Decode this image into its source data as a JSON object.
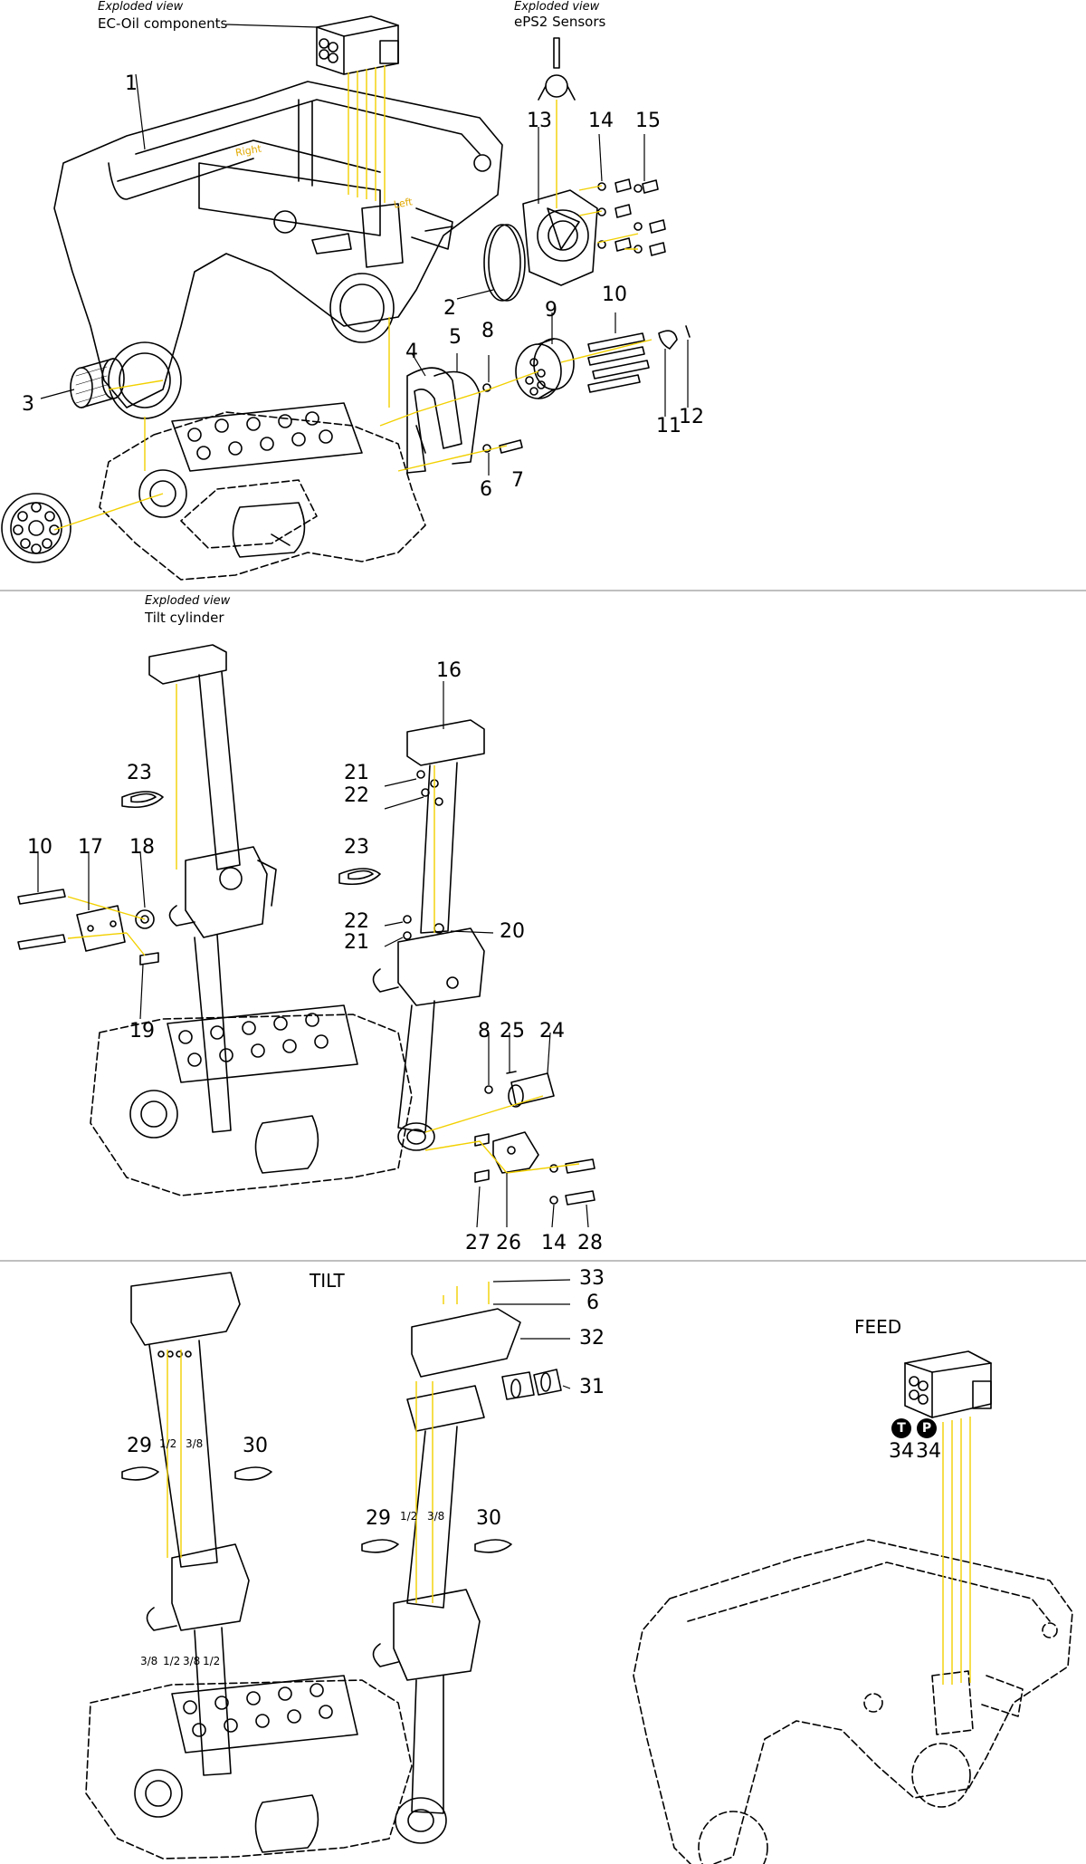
{
  "sections": {
    "top": {
      "caption_italic_1": "Exploded view",
      "caption_1": "EC-Oil components",
      "caption_italic_2": "Exploded view",
      "caption_2": "ePS2 Sensors",
      "side_right": "Right",
      "side_left": "Left",
      "callouts": {
        "c1": "1",
        "c2": "2",
        "c3": "3",
        "c4": "4",
        "c5": "5",
        "c6": "6",
        "c7": "7",
        "c8": "8",
        "c9": "9",
        "c10": "10",
        "c11": "11",
        "c12": "12",
        "c13": "13",
        "c14": "14",
        "c15": "15"
      }
    },
    "middle": {
      "caption_italic": "Exploded view",
      "caption": "Tilt cylinder",
      "callouts": {
        "c16": "16",
        "c21a": "21",
        "c22a": "22",
        "c23a": "23",
        "c23b": "23",
        "c10": "10",
        "c17": "17",
        "c18": "18",
        "c19": "19",
        "c22b": "22",
        "c21b": "21",
        "c20": "20",
        "c8": "8",
        "c25": "25",
        "c24": "24",
        "c27": "27",
        "c26": "26",
        "c14": "14",
        "c28": "28"
      }
    },
    "bottom": {
      "title_tilt": "TILT",
      "title_feed": "FEED",
      "callouts": {
        "c33": "33",
        "c6": "6",
        "c32": "32",
        "c31": "31",
        "c29a": "29",
        "c30a": "30",
        "c29b": "29",
        "c30b": "30",
        "c34a": "34",
        "c34b": "34"
      },
      "small_labels": {
        "a": "1/2",
        "b": "3/8",
        "c": "1/2",
        "d": "3/8",
        "e": "3/8",
        "f": "1/2",
        "g": "3/8",
        "h": "1/2"
      },
      "badges": {
        "t": "T",
        "p": "P"
      }
    }
  },
  "colors": {
    "guide_line": "#f2d000",
    "divider": "#999999",
    "ink": "#000000"
  }
}
